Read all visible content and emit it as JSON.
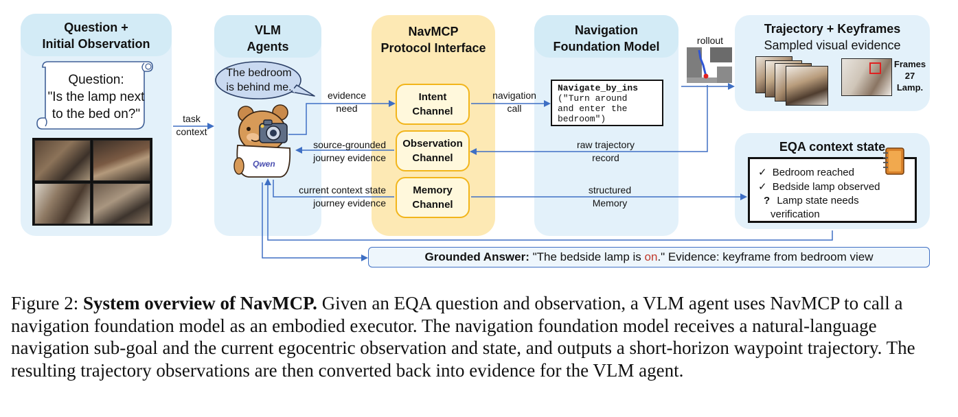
{
  "panels": {
    "question": {
      "title_line1": "Question +",
      "title_line2": "Initial Observation",
      "scroll_line1": "Question:",
      "scroll_line2": "\"Is the lamp next",
      "scroll_line3": "to the bed on?\""
    },
    "vlm": {
      "title_line1": "VLM",
      "title_line2": "Agents",
      "bubble_line1": "The bedroom",
      "bubble_line2": "is behind me.",
      "badge": "Qwen"
    },
    "navmcp": {
      "title_line1": "NavMCP",
      "title_line2": "Protocol Interface",
      "intent_line1": "Intent",
      "intent_line2": "Channel",
      "observation_line1": "Observation",
      "observation_line2": "Channel",
      "memory_line1": "Memory",
      "memory_line2": "Channel"
    },
    "navmodel": {
      "title_line1": "Navigation",
      "title_line2": "Foundation Model",
      "code_line1": "Navigate_by_ins",
      "code_line2": "(\"Turn around",
      "code_line3": "and enter the",
      "code_line4": "bedroom\")"
    },
    "trajectory": {
      "title": "Trajectory + Keyframes",
      "subtitle": "Sampled visual evidence",
      "frames_line1": "Frames",
      "frames_line2": "27",
      "frames_line3": "Lamp."
    },
    "eqa": {
      "title": "EQA context state",
      "item1": "Bedroom reached",
      "item2": "Bedside lamp observed",
      "item3_line1": "Lamp state needs",
      "item3_line2": "verification",
      "check_mark": "✓",
      "question_mark": "?"
    }
  },
  "edge_labels": {
    "task_line1": "task",
    "task_line2": "context",
    "evidence_line1": "evidence",
    "evidence_line2": "need",
    "nav_call_line1": "navigation",
    "nav_call_line2": "call",
    "source_line1": "source-grounded",
    "source_line2": "journey evidence",
    "raw_line1": "raw trajectory",
    "raw_line2": "record",
    "current_line1": "current context state",
    "current_line2": "journey evidence",
    "structured_line1": "structured",
    "structured_line2": "Memory",
    "rollout": "rollout"
  },
  "answer": {
    "label": "Grounded Answer:",
    "text_before": " \"The bedside lamp is ",
    "highlight": "on",
    "text_after": ".\" Evidence: keyframe from bedroom view"
  },
  "caption": {
    "prefix": "Figure 2: ",
    "bold": "System overview of NavMCP.",
    "body": " Given an EQA question and observation, a VLM agent uses NavMCP to call a navigation foundation model as an embodied executor. The navigation foundation model receives a natural-language navigation sub-goal and the current egocentric observation and state, and outputs a short-horizon waypoint trajectory. The resulting trajectory observations are then converted back into evidence for the VLM agent."
  },
  "colors": {
    "panel_blue": "#e3f1fa",
    "panel_head": "#d3ebf6",
    "panel_yellow": "#fde9b4",
    "channel_border": "#f2b51b",
    "arrow": "#3e6fc4",
    "highlight_red": "#c0392b"
  },
  "icons": [
    "scroll-icon",
    "speech-bubble-icon",
    "bear-mascot-icon",
    "camera-icon",
    "notebook-icon",
    "rollout-map-icon"
  ]
}
